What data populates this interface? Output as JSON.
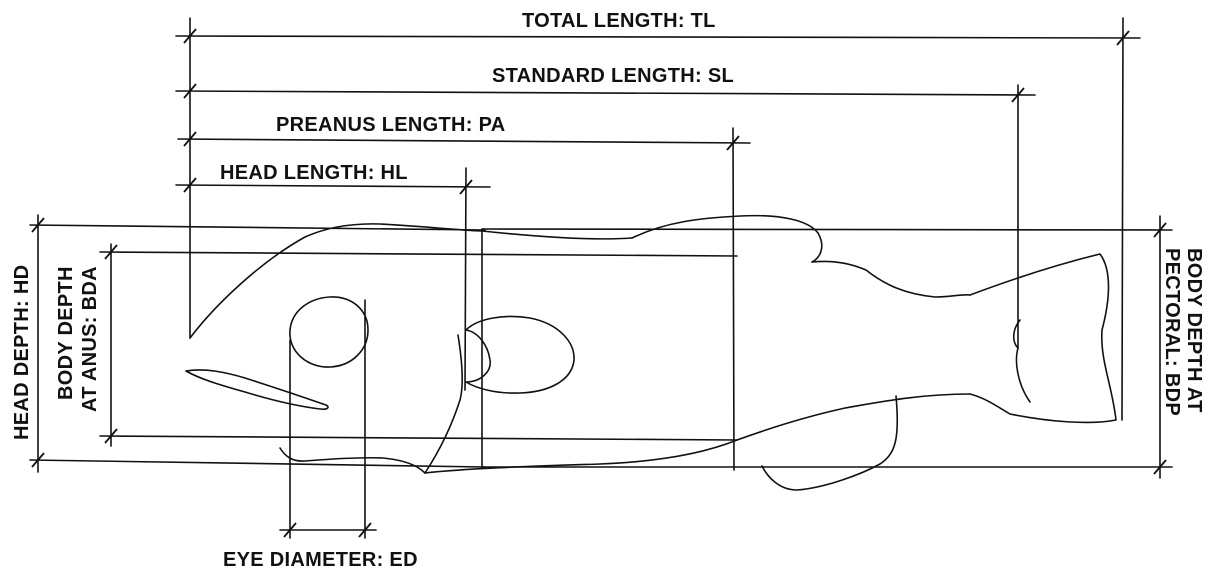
{
  "labels": {
    "total_length": "TOTAL LENGTH: TL",
    "standard_length": "STANDARD LENGTH: SL",
    "preanus_length": "PREANUS  LENGTH: PA",
    "head_length": "HEAD LENGTH: HL",
    "head_depth": "HEAD DEPTH: HD",
    "body_depth_anus_line1": "BODY DEPTH",
    "body_depth_anus_line2": "AT ANUS: BDA",
    "body_depth_pectoral_line1": "BODY DEPTH AT",
    "body_depth_pectoral_line2": "PECTORAL: BDP",
    "eye_diameter": "EYE DIAMETER: ED"
  }
}
